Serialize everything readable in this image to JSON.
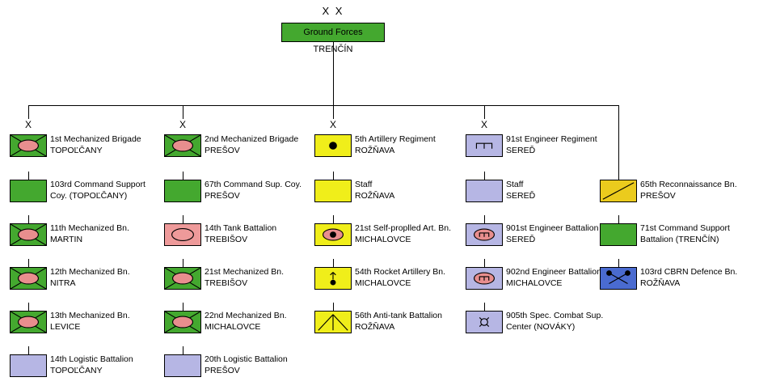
{
  "diagram_title": {
    "echelon": "X X",
    "name": "Ground Forces",
    "location": "TRENČÍN"
  },
  "colors": {
    "green": "#44A82F",
    "pink": "#EE9A9A",
    "symbol_pink": "#E88E8E",
    "yellow": "#F0EE1A",
    "lavender": "#B6B6E4",
    "blue": "#4A6BD0",
    "gold": "#EBCB1D",
    "line": "#000000"
  },
  "columns": [
    {
      "echelon": "X",
      "header": {
        "line1": "1st Mechanized Brigade",
        "line2": "TOPOĽČANY",
        "color": "green",
        "symbol": "mech"
      },
      "units": [
        {
          "line1": "103rd Command Support",
          "line2": "Coy. (TOPOĽČANY)",
          "color": "green",
          "symbol": "none"
        },
        {
          "line1": "11th Mechanized Bn.",
          "line2": "MARTIN",
          "color": "green",
          "symbol": "mech"
        },
        {
          "line1": "12th Mechanized Bn.",
          "line2": "NITRA",
          "color": "green",
          "symbol": "mech"
        },
        {
          "line1": "13th Mechanized Bn.",
          "line2": "LEVICE",
          "color": "green",
          "symbol": "mech"
        },
        {
          "line1": "14th Logistic Battalion",
          "line2": "TOPOĽČANY",
          "color": "lavender",
          "symbol": "none"
        }
      ]
    },
    {
      "echelon": "X",
      "header": {
        "line1": "2nd Mechanized Brigade",
        "line2": "PREŠOV",
        "color": "green",
        "symbol": "mech"
      },
      "units": [
        {
          "line1": "67th Command Sup. Coy.",
          "line2": "PREŠOV",
          "color": "green",
          "symbol": "none"
        },
        {
          "line1": "14th Tank Battalion",
          "line2": "TREBIŠOV",
          "color": "pink",
          "symbol": "tank"
        },
        {
          "line1": "21st Mechanized Bn.",
          "line2": "TREBIŠOV",
          "color": "green",
          "symbol": "mech"
        },
        {
          "line1": "22nd Mechanized Bn.",
          "line2": "MICHALOVCE",
          "color": "green",
          "symbol": "mech"
        },
        {
          "line1": "20th Logistic Battalion",
          "line2": "PREŠOV",
          "color": "lavender",
          "symbol": "none"
        }
      ]
    },
    {
      "echelon": "X",
      "header": {
        "line1": "5th Artillery Regiment",
        "line2": "ROŽŇAVA",
        "color": "yellow",
        "symbol": "artillery"
      },
      "units": [
        {
          "line1": "Staff",
          "line2": "ROŽŇAVA",
          "color": "yellow",
          "symbol": "none"
        },
        {
          "line1": "21st Self-proplled Art. Bn.",
          "line2": "MICHALOVCE",
          "color": "yellow",
          "symbol": "sp-artillery"
        },
        {
          "line1": "54th Rocket Artillery Bn.",
          "line2": "MICHALOVCE",
          "color": "yellow",
          "symbol": "rocket"
        },
        {
          "line1": "56th Anti-tank Battalion",
          "line2": "ROŽŇAVA",
          "color": "yellow",
          "symbol": "anti-tank"
        }
      ]
    },
    {
      "echelon": "X",
      "header": {
        "line1": "91st Engineer Regiment",
        "line2": "SEREĎ",
        "color": "lavender",
        "symbol": "engineer"
      },
      "units": [
        {
          "line1": "Staff",
          "line2": "SEREĎ",
          "color": "lavender",
          "symbol": "none"
        },
        {
          "line1": "901st Engineer Battalion",
          "line2": "SEREĎ",
          "color": "lavender",
          "symbol": "mech-engineer"
        },
        {
          "line1": "902nd Engineer Battalion",
          "line2": "MICHALOVCE",
          "color": "lavender",
          "symbol": "mech-engineer"
        },
        {
          "line1": "905th Spec. Combat Sup.",
          "line2": "Center (NOVÁKY)",
          "color": "lavender",
          "symbol": "special-center"
        }
      ]
    },
    {
      "echelon": null,
      "header": null,
      "units": [
        {
          "line1": "65th Reconnaissance Bn.",
          "line2": "PREŠOV",
          "color": "gold",
          "symbol": "recon"
        },
        {
          "line1": "71st Command Support",
          "line2": "Battalion (TRENČÍN)",
          "color": "green",
          "symbol": "none"
        },
        {
          "line1": "103rd CBRN Defence Bn.",
          "line2": "ROŽŇAVA",
          "color": "blue",
          "symbol": "cbrn"
        }
      ]
    }
  ]
}
